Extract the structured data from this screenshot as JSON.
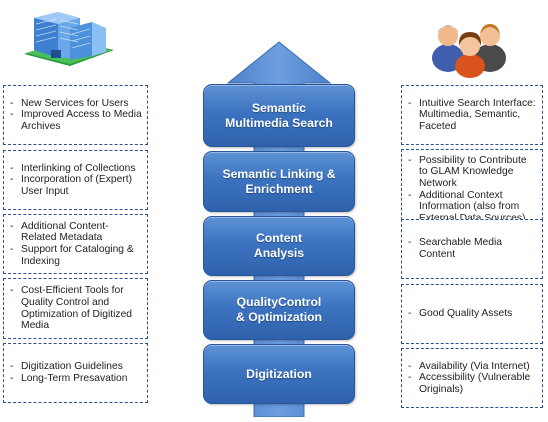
{
  "left_boxes": [
    {
      "items": [
        "New Services for Users",
        "Improved Access to Media Archives"
      ]
    },
    {
      "items": [
        "Interlinking of Collections",
        "Incorporation of (Expert) User Input"
      ]
    },
    {
      "items": [
        "Additional Content-Related Metadata",
        "Support for Cataloging & Indexing"
      ]
    },
    {
      "items": [
        "Cost-Efficient Tools for Quality Control and Optimization of Digitized Media"
      ]
    },
    {
      "items": [
        "Digitization Guidelines",
        "Long-Term Presavation"
      ]
    }
  ],
  "stages": [
    {
      "label": "Semantic\nMultimedia Search"
    },
    {
      "label": "Semantic Linking &\nEnrichment"
    },
    {
      "label": "Content\nAnalysis"
    },
    {
      "label": "QualityControl\n& Optimization"
    },
    {
      "label": "Digitization"
    }
  ],
  "right_boxes": [
    {
      "items": [
        "Intuitive Search Interface: Multimedia, Semantic, Faceted"
      ]
    },
    {
      "items": [
        "Possibility to Contribute to GLAM Knowledge Network",
        "Additional Context Information (also from External Data Sources)"
      ]
    },
    {
      "items": [
        "Searchable Media Content"
      ]
    },
    {
      "items": [
        "Good Quality Assets"
      ]
    },
    {
      "items": [
        "Availability (Via Internet)",
        "Accessibility (Vulnerable Originals)"
      ]
    }
  ],
  "icons": {
    "top_left": "office-building-icon",
    "top_right": "user-group-icon"
  },
  "colors": {
    "stage_blue": "#3c73c0",
    "arrow_blue": "#5b8fd3",
    "dashed_border": "#2d4f8a"
  }
}
